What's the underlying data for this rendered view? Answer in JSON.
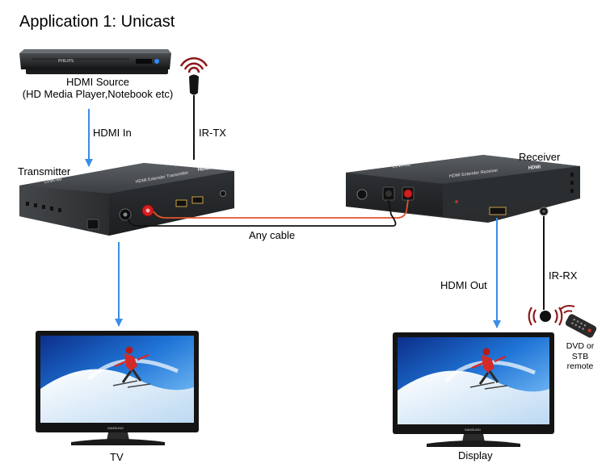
{
  "title": "Application 1: Unicast",
  "labels": {
    "source_line1": "HDMI Source",
    "source_line2": "(HD Media Player,Notebook etc)",
    "hdmi_in": "HDMI In",
    "ir_tx": "IR-TX",
    "transmitter": "Transmitter",
    "receiver": "Receiver",
    "any_cable": "Any cable",
    "hdmi_out": "HDMI Out",
    "ir_rx": "IR-RX",
    "remote_line1": "DVD or",
    "remote_line2": "STB",
    "remote_line3": "remote",
    "tv": "TV",
    "display": "Display"
  },
  "device_text": {
    "player_brand": "PHILIPS",
    "tx_brand": "LINK-MI",
    "tx_model": "HDMI Extender Transmitter",
    "rx_brand": "LINK-MI",
    "rx_model": "HDMI Extender Receiver",
    "hdmi_logo": "HDMI",
    "tv_brand": "SAMSUNG"
  },
  "colors": {
    "arrow": "#3a8ee6",
    "cable_red": "#e0552e",
    "cable_black": "#111111",
    "device_body": "#3a3d40"
  }
}
